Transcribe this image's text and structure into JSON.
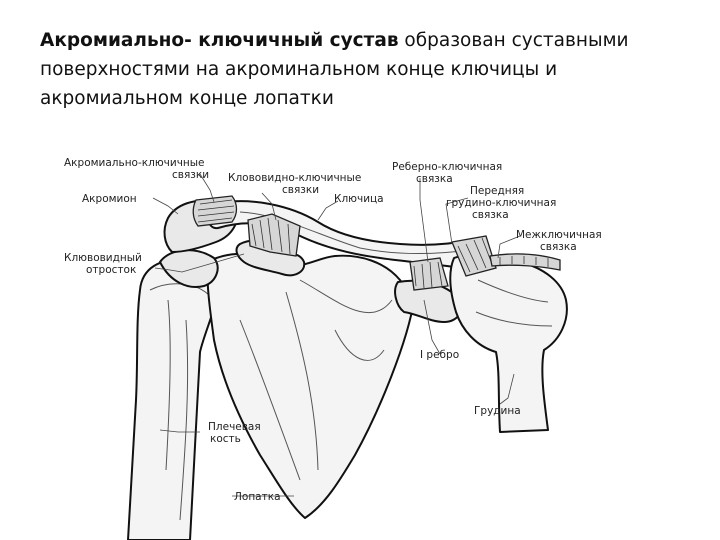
{
  "heading": {
    "bold_part": "Акромиально- ключичный сустав",
    "rest_line1": " образован суставными",
    "line2": "поверхностями на акроминальном конце ключицы и",
    "line3": "акромиальном конце лопатки"
  },
  "labels": {
    "acromioclavicular_ligaments_1": "Акромиально-ключичные",
    "acromioclavicular_ligaments_2": "связки",
    "acromion": "Акромион",
    "coracoclavicular_ligaments_1": "Клововидно-ключичные",
    "coracoclavicular_ligaments_2": "связки",
    "clavicle": "Ключица",
    "coracoid_process_1": "Клювовидный",
    "coracoid_process_2": "отросток",
    "costoclavicular_ligament_1": "Реберно-ключичная",
    "costoclavicular_ligament_2": "связка",
    "anterior_sternoclavicular_ligament_1": "Передняя",
    "anterior_sternoclavicular_ligament_2": "грудино-ключичная",
    "anterior_sternoclavicular_ligament_3": "связка",
    "interclavicular_ligament_1": "Межключичная",
    "interclavicular_ligament_2": "связка",
    "first_rib": "I ребро",
    "sternum": "Грудина",
    "humerus_1": "Плечевая",
    "humerus_2": "кость",
    "scapula": "Лопатка"
  }
}
